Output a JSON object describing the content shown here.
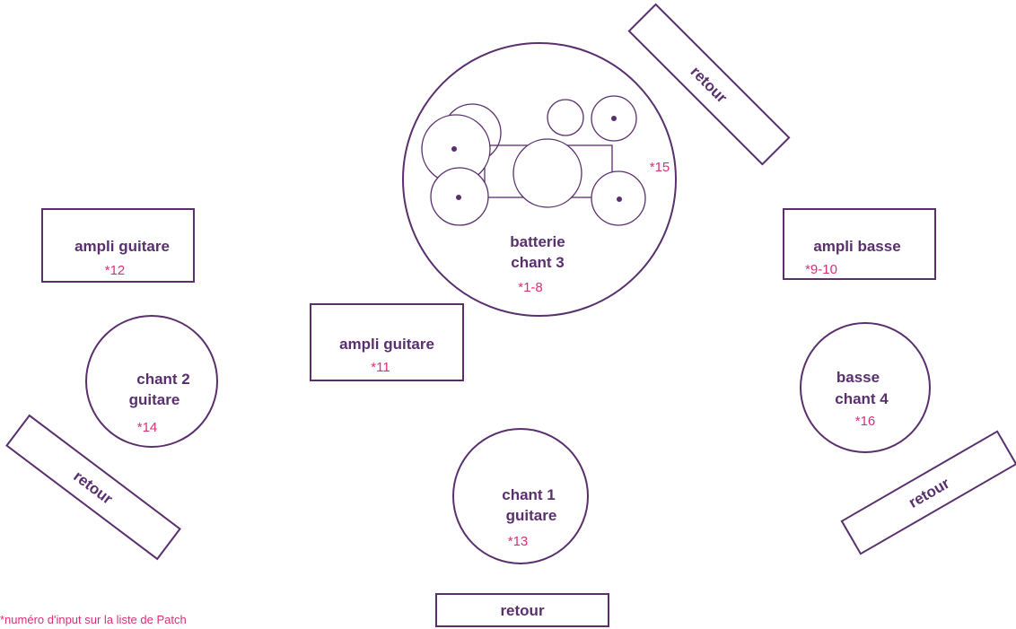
{
  "drums": {
    "line1": "batterie",
    "line2": "chant 3",
    "input": "*1-8",
    "extra_input": "*15"
  },
  "amp_guitar_left": {
    "label": "ampli guitare",
    "input": "*12"
  },
  "amp_guitar_center": {
    "label": "ampli guitare",
    "input": "*11"
  },
  "amp_bass": {
    "label": "ampli basse",
    "input": "*9-10"
  },
  "singer2": {
    "line1": "chant 2",
    "line2": "guitare",
    "input": "*14"
  },
  "singer1": {
    "line1": "chant 1",
    "line2": "guitare",
    "input": "*13"
  },
  "bassist": {
    "line1": "basse",
    "line2": "chant 4",
    "input": "*16"
  },
  "monitors": {
    "top_right": "retour",
    "left": "retour",
    "right": "retour",
    "bottom": "retour"
  },
  "footnote": "*numéro d'input sur la liste de Patch",
  "colors": {
    "outline": "#5a2f6e",
    "input_number": "#d6307a"
  }
}
